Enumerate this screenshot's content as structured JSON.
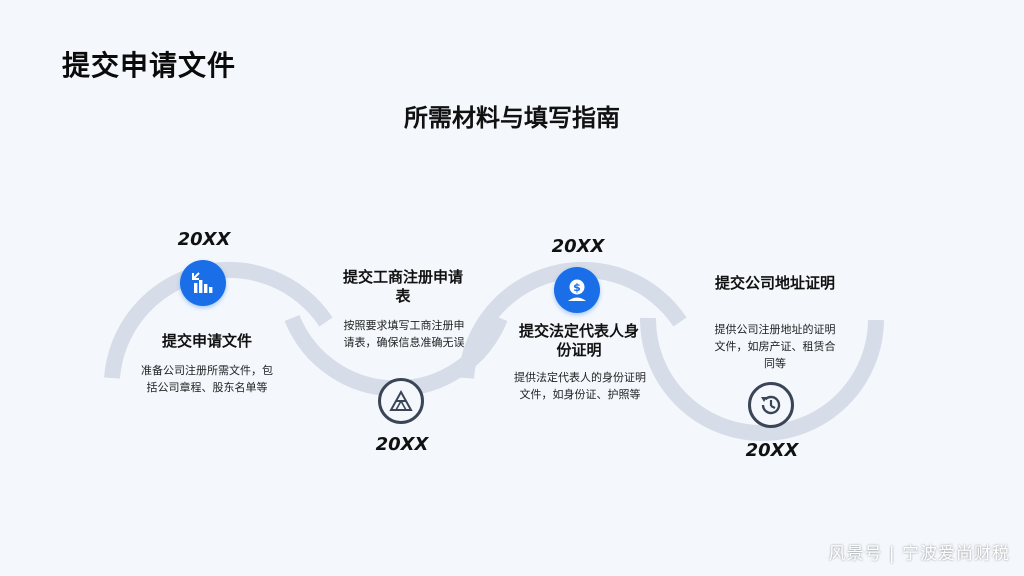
{
  "header": {
    "title": "提交申请文件",
    "subtitle": "所需材料与填写指南"
  },
  "steps": [
    {
      "year": "20XX",
      "title": "提交申请文件",
      "description": "准备公司注册所需文件，包括公司章程、股东名单等",
      "icon": "bar-chart-icon"
    },
    {
      "year": "20XX",
      "title": "提交工商注册申请表",
      "description": "按照要求填写工商注册申请表，确保信息准确无误",
      "icon": "triangle-icon"
    },
    {
      "year": "20XX",
      "title": "提交法定代表人身份证明",
      "description": "提供法定代表人的身份证明文件，如身份证、护照等",
      "icon": "dollar-person-icon"
    },
    {
      "year": "20XX",
      "title": "提交公司地址证明",
      "description": "提供公司注册地址的证明文件，如房产证、租赁合同等",
      "icon": "history-clock-icon"
    }
  ],
  "watermark": "风景号 | 宁波爱尚财税",
  "colors": {
    "accent": "#1a6fe8",
    "arc": "#d6dde8",
    "outline_icon": "#3a4556",
    "background": "#f4f8fc"
  }
}
